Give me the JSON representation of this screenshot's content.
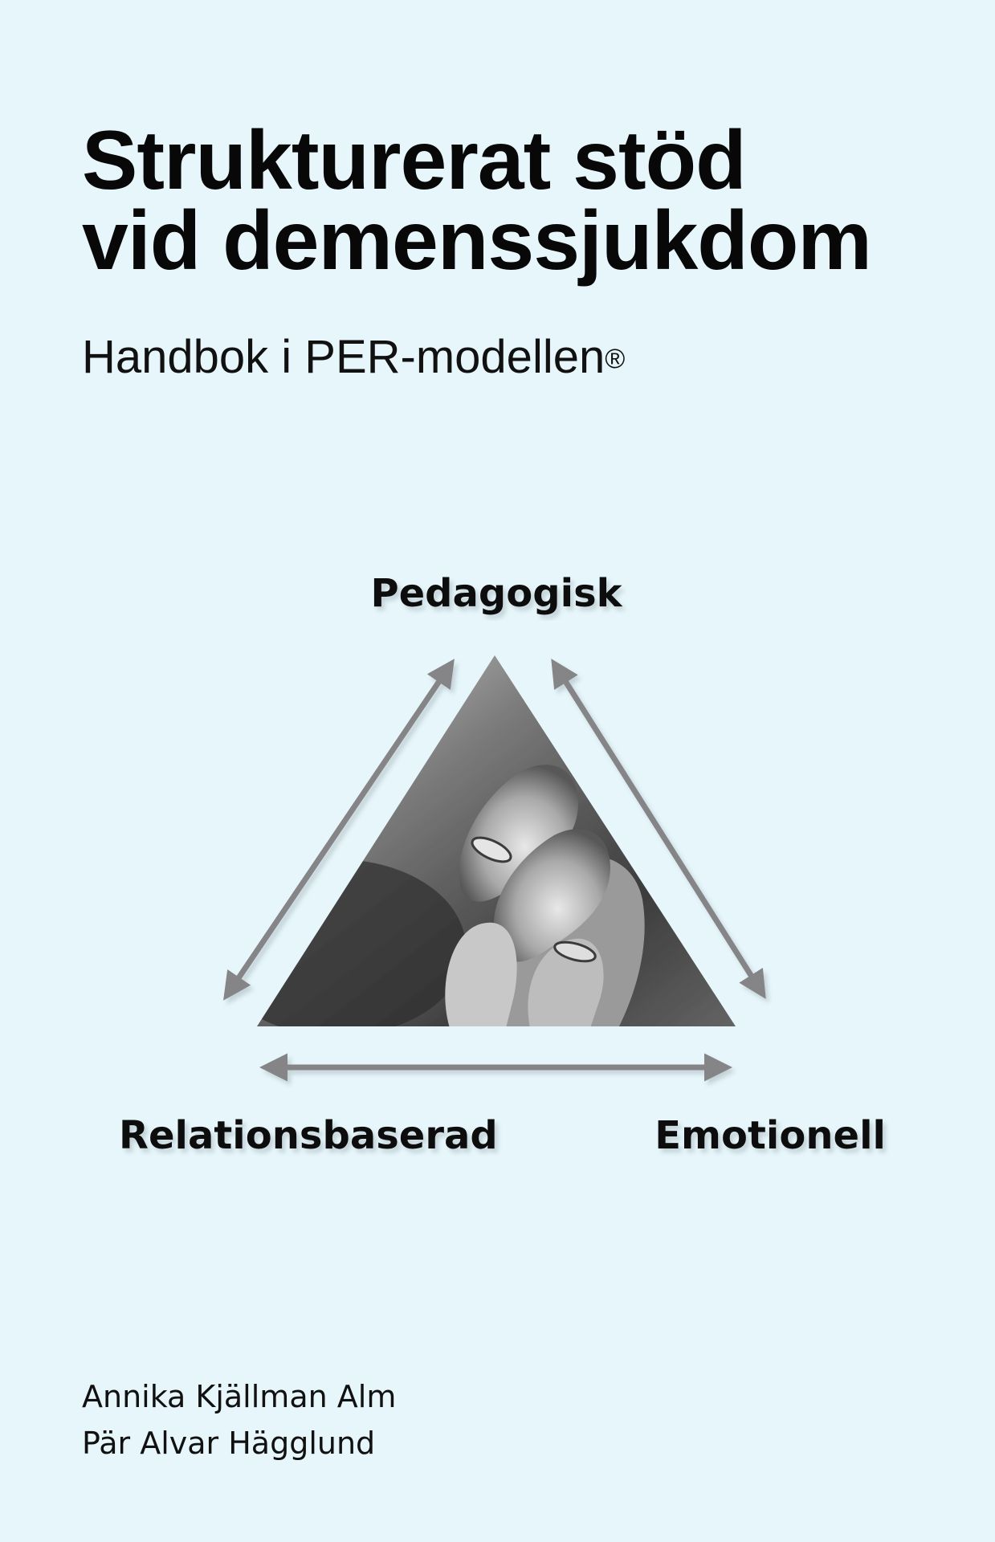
{
  "cover": {
    "title_line1": "Strukturerat stöd",
    "title_line2": "vid demenssjukdom",
    "subtitle": "Handbok i PER-modellen",
    "registered_mark": "®",
    "background_color": "#e6f6fb"
  },
  "diagram": {
    "top_label": "Pedagogisk",
    "bottom_left_label": "Relationsbaserad",
    "bottom_right_label": "Emotionell",
    "center_image": "black-and-white photo of two hands with wedding rings",
    "arrow_color": "#858487"
  },
  "authors": [
    "Annika Kjällman Alm",
    "Pär Alvar Hägglund"
  ]
}
